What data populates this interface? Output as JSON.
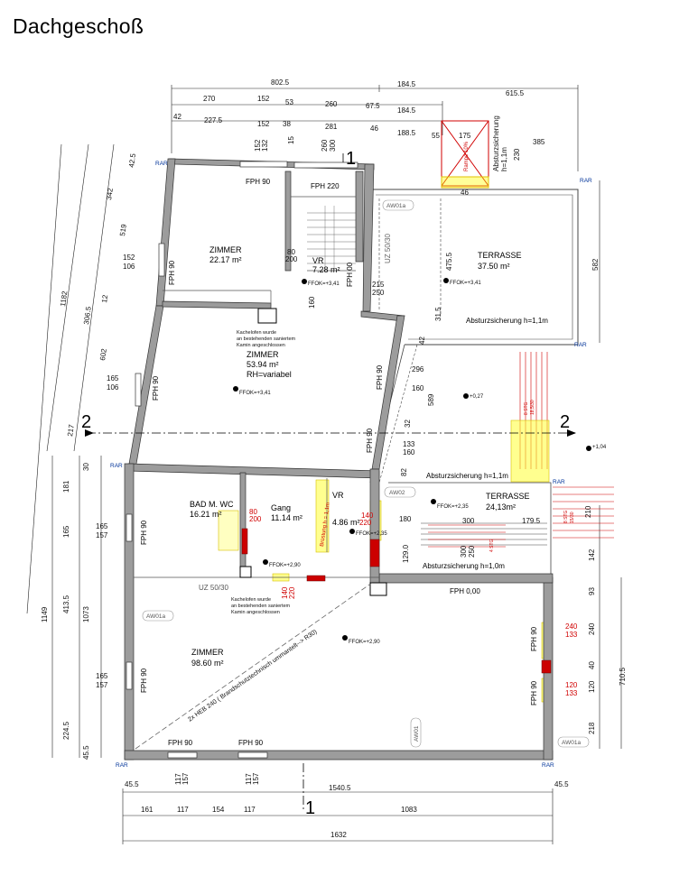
{
  "title": "Dachgeschoß",
  "rooms": {
    "zimmer1": {
      "name": "ZIMMER",
      "area": "22.17 m²"
    },
    "vr1": {
      "name": "VR",
      "area": "7.28 m²"
    },
    "terrasse1": {
      "name": "TERRASSE",
      "area": "37.50 m²"
    },
    "zimmer2": {
      "name": "ZIMMER",
      "area": "53.94 m²",
      "note": "RH=variabel"
    },
    "bad": {
      "name": "BAD M. WC",
      "area": "16.21 m²"
    },
    "gang": {
      "name": "Gang",
      "area": "11.14 m²"
    },
    "vr2": {
      "name": "VR",
      "area": "4.86 m²"
    },
    "terrasse2": {
      "name": "TERRASSE",
      "area": "24,13m²"
    },
    "zimmer3": {
      "name": "ZIMMER",
      "area": "98.60 m²"
    }
  },
  "labels": {
    "fph90": "FPH 90",
    "fph220": "FPH 220",
    "fph00": "FPH 00",
    "fph000": "FPH 0,00",
    "aw01a": "AW01a",
    "aw01": "AW01",
    "aw02": "AW02",
    "uz": "UZ 50/30",
    "rar": "RAR",
    "absturz1": "Absturzsicherung h=1,1m",
    "absturz2": "Absturzsicherung h=1,1m",
    "absturz3": "Absturzsicherung h=1,0m",
    "absturz_v1": "Absturzsicherung",
    "absturz_v2": "h=1,1m",
    "bruestung": "Brüstung h = 1,1m",
    "rampe": "Rampe 10%",
    "kachel1": [
      "Kachelofen wurde",
      "an bestehenden saniertem",
      "Kamin angeschlossen"
    ],
    "kachel2": [
      "Kachelofen wurde",
      "an bestehenden saniertem",
      "Kamin angeschlossen"
    ],
    "heb": "2x HEB 240 ( Brandschutztechnisch ummantelt--> R30)",
    "ffok_341a": "FFOK=+3,41",
    "ffok_341b": "FFOK=+3,41",
    "ffok_341c": "FFOK=+3,41",
    "ffok_235a": "FFOK=+2,35",
    "ffok_235b": "FFOK=+2,35",
    "ffok_290a": "FFOK=+2,90",
    "ffok_290b": "FFOK=+2,90",
    "plus027": "+0,27",
    "plus104": "+1,04",
    "sec2": "2",
    "sec1": "1",
    "stg1": "8 STG",
    "stg1b": "18,5/30",
    "stg2": "8 STG",
    "stg2b": "15/30",
    "stg3": "4 STG"
  },
  "dims_top": {
    "r1": [
      "802.5",
      "184.5",
      "615.5"
    ],
    "r2": [
      "270",
      "152",
      "53",
      "260",
      "67.5",
      "184.5"
    ],
    "r3": [
      "42",
      "227.5",
      "152",
      "38",
      "281",
      "46",
      "188.5",
      "55",
      "175",
      "385"
    ],
    "v": [
      "152",
      "132",
      "15",
      "260",
      "300",
      "230"
    ]
  },
  "dims_left": [
    "1182",
    "42.5",
    "342",
    "519",
    "152",
    "106",
    "12",
    "306.5",
    "602",
    "165",
    "106",
    "217",
    "30",
    "181",
    "165",
    "157",
    "1149",
    "413.5",
    "1073",
    "165",
    "157",
    "224.5",
    "45.5",
    "165"
  ],
  "dims_bottom": {
    "r1": [
      "45.5",
      "1540.5",
      "45.5"
    ],
    "r2": [
      "161",
      "117",
      "154",
      "117",
      "1083"
    ],
    "r3": [
      "1632"
    ],
    "v": [
      "117",
      "157",
      "117",
      "157"
    ]
  },
  "dims_inner": [
    "80",
    "200",
    "160",
    "215",
    "250",
    "475.5",
    "582",
    "31.5",
    "42",
    "296",
    "160",
    "589",
    "32",
    "133",
    "160",
    "82",
    "180",
    "300",
    "179.5",
    "300",
    "250",
    "129.0",
    "210",
    "142",
    "93",
    "240",
    "40",
    "120",
    "218",
    "710.5",
    "140",
    "220",
    "80",
    "200",
    "140",
    "220",
    "240",
    "133",
    "120",
    "133"
  ]
}
